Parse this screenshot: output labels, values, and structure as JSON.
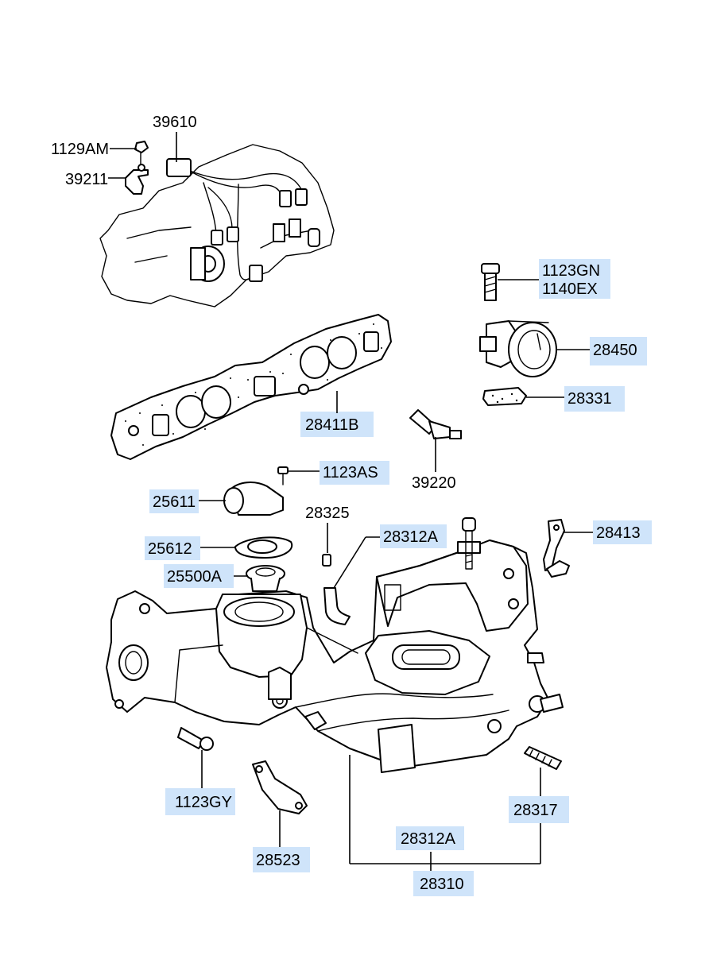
{
  "labels": {
    "l_39610": "39610",
    "l_1129AM": "1129AM",
    "l_39211": "39211",
    "l_1123GN": "1123GN",
    "l_1140EX": "1140EX",
    "l_28450": "28450",
    "l_28331": "28331",
    "l_28411B": "28411B",
    "l_39220": "39220",
    "l_1123AS": "1123AS",
    "l_25611": "25611",
    "l_28325": "28325",
    "l_28312A_top": "28312A",
    "l_28413": "28413",
    "l_25612": "25612",
    "l_25500A": "25500A",
    "l_1123GY": "1123GY",
    "l_28523": "28523",
    "l_28317": "28317",
    "l_28312A_bottom": "28312A",
    "l_28310": "28310"
  },
  "colors": {
    "highlight": "#cfe4fa",
    "line": "#000000",
    "background": "#ffffff"
  }
}
